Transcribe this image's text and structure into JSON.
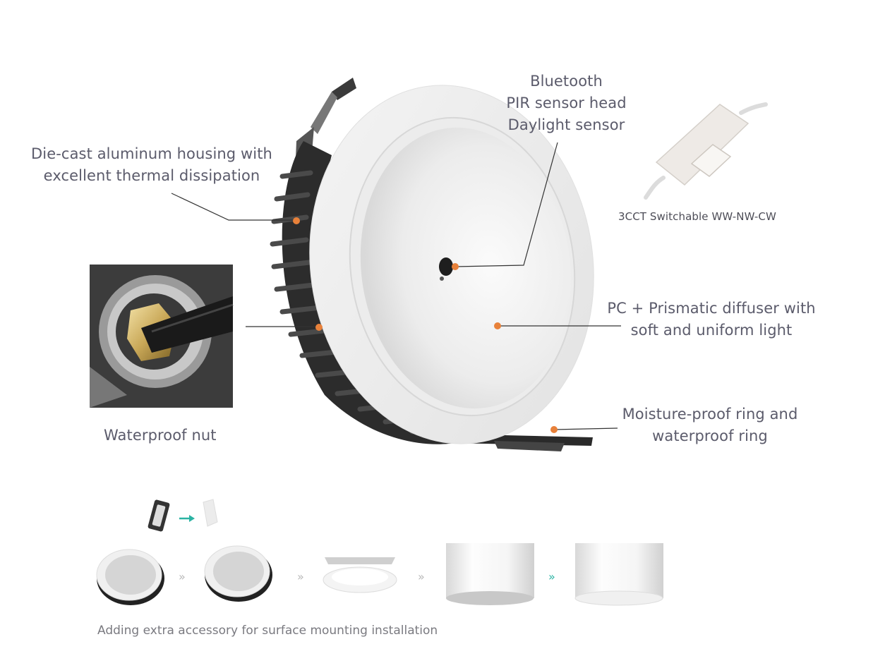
{
  "callouts": {
    "sensor": [
      "Bluetooth",
      "PIR sensor head",
      "Daylight sensor"
    ],
    "housing": [
      "Die-cast aluminum housing with",
      "excellent thermal dissipation"
    ],
    "switch_label": "3CCT Switchable  WW-NW-CW",
    "diffuser": [
      "PC + Prismatic diffuser with",
      "soft and uniform light"
    ],
    "waterproof_nut": "Waterproof nut",
    "moisture": [
      "Moisture-proof ring and",
      "waterproof ring"
    ]
  },
  "bottom": {
    "caption": "Adding extra accessory for surface mounting installation",
    "arrow_glyph": "»"
  },
  "colors": {
    "accent_dot": "#e8813a",
    "teal_arrow": "#2bb3a3",
    "text": "#5b5b6b",
    "line": "#333333"
  }
}
